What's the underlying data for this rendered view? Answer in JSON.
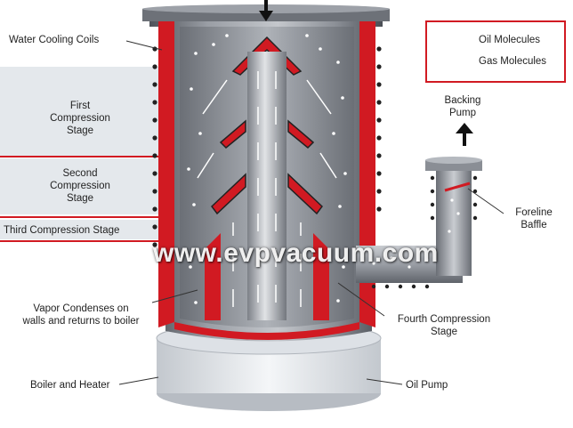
{
  "labels": {
    "water_cooling_coils": "Water Cooling Coils",
    "first_stage": [
      "First",
      "Compression",
      "Stage"
    ],
    "second_stage": [
      "Second",
      "Compression",
      "Stage"
    ],
    "third_stage": "Third Compression Stage",
    "vapor_condenses": [
      "Vapor Condenses on",
      "walls and returns to boiler"
    ],
    "boiler_heater": "Boiler and Heater",
    "oil_pump": "Oil Pump",
    "fourth_stage": [
      "Fourth Compression",
      "Stage"
    ],
    "foreline_baffle": [
      "Foreline",
      "Baffle"
    ],
    "backing_pump": [
      "Backing",
      "Pump"
    ]
  },
  "legend": {
    "oil_molecules": "Oil Molecules",
    "gas_molecules": "Gas Molecules"
  },
  "watermark": "www.evpvacuum.com",
  "colors": {
    "jacket_red": "#d11a22",
    "steel": "#8e9299",
    "steel_dark": "#5f636a",
    "steel_light": "#c9ccd1",
    "boiler": "#eaeef2",
    "label_band": "#d8dde3"
  }
}
